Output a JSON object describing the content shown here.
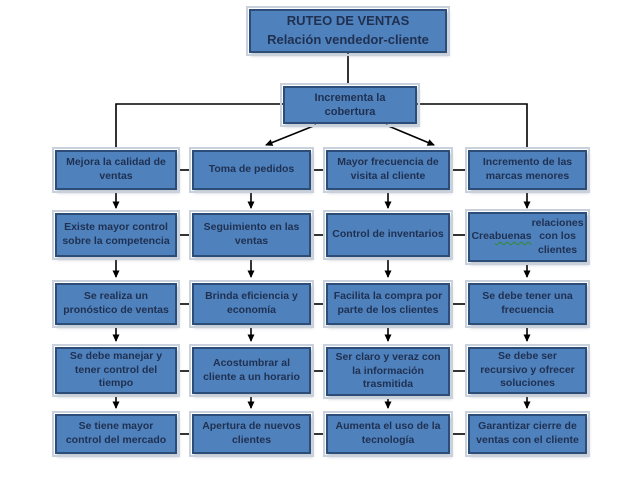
{
  "diagram": {
    "title_line1": "RUTEO DE VENTAS",
    "title_line2": "Relación vendedor-cliente",
    "root_label": "Incrementa la cobertura",
    "spellcheck_word": "buenas",
    "rows": [
      {
        "cells": [
          "Mejora la calidad de ventas",
          "Toma de pedidos",
          "Mayor frecuencia de visita al cliente",
          "Incremento de las marcas menores"
        ]
      },
      {
        "cells": [
          "Existe mayor control sobre la competencia",
          "Seguimiento en las ventas",
          "Control de inventarios",
          "Crea buenas relaciones con los clientes"
        ]
      },
      {
        "cells": [
          "Se realiza un pronóstico de ventas",
          "Brinda eficiencia y economía",
          "Facilita la compra por parte de los clientes",
          "Se debe tener una frecuencia"
        ]
      },
      {
        "cells": [
          "Se debe manejar y tener control del tiempo",
          "Acostumbrar al cliente a un horario",
          "Ser claro y veraz con la información trasmitida",
          "Se debe ser recursivo y ofrecer soluciones"
        ]
      },
      {
        "cells": [
          "Se tiene mayor control del mercado",
          "Apertura de nuevos clientes",
          "Aumenta el uso de la tecnología",
          "Garantizar cierre de ventas con el cliente"
        ]
      }
    ],
    "colors": {
      "box_fill": "#4f81bd",
      "box_border": "#2c4d77",
      "box_frame": "#c9d1dc",
      "text": "#1f3050",
      "connector": "#000000",
      "squiggle": "#2e8b2e",
      "background": "#ffffff"
    }
  }
}
